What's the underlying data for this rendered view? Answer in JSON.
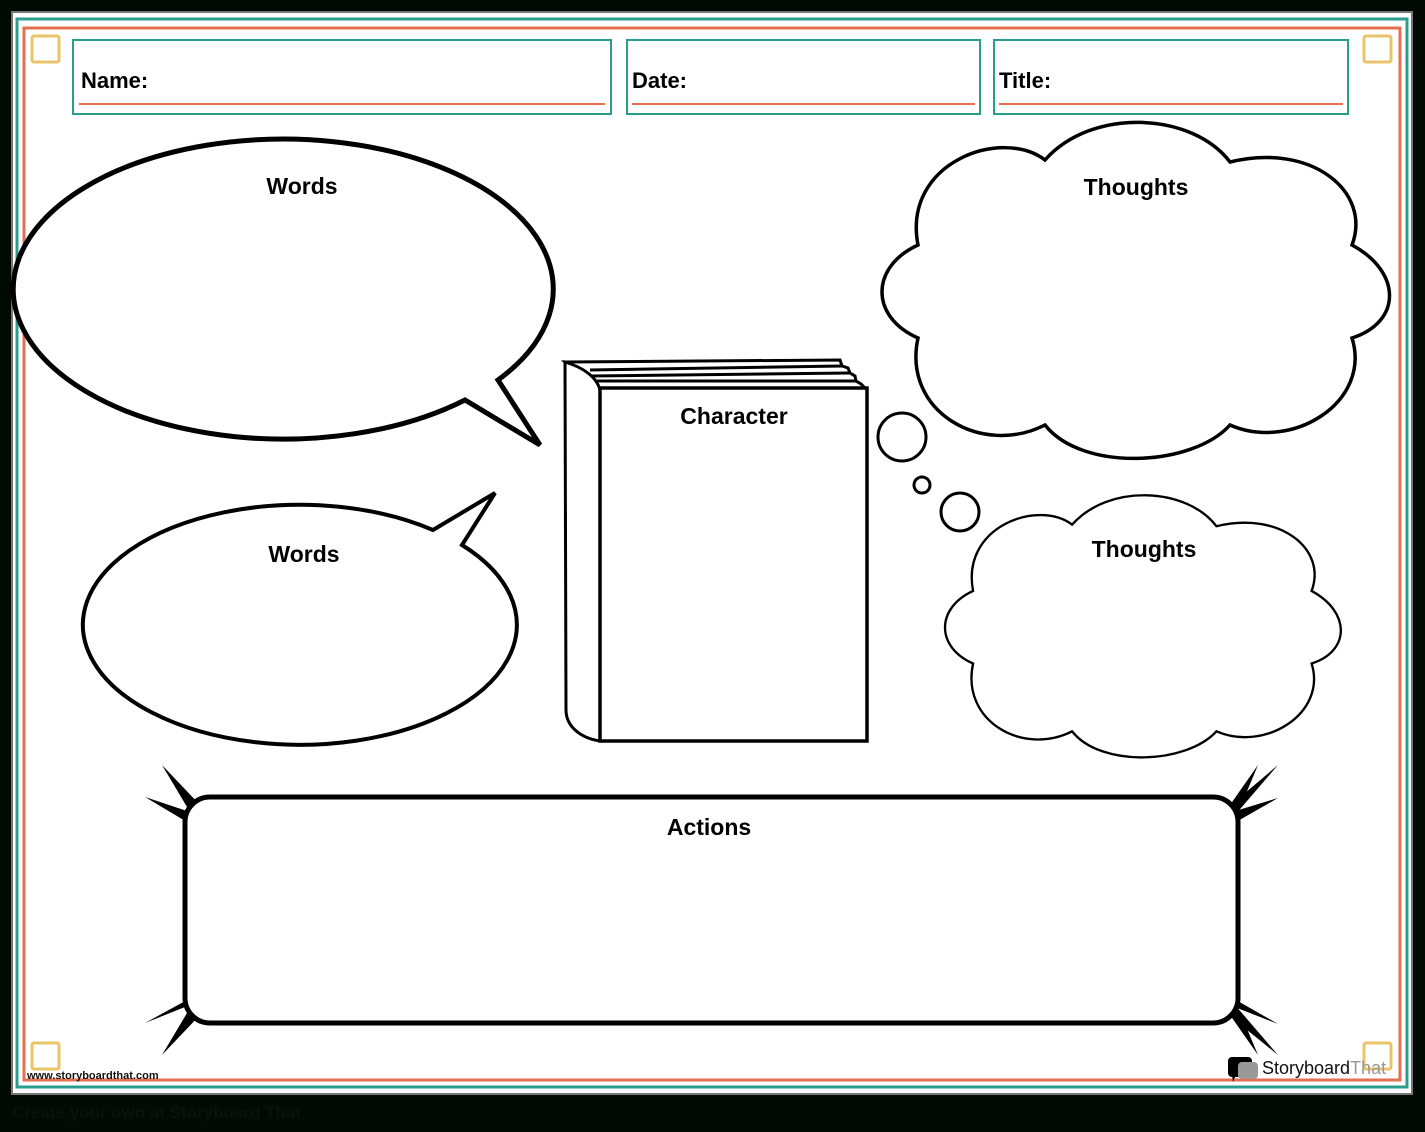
{
  "header": {
    "fields": [
      {
        "label": "Name:"
      },
      {
        "label": "Date:"
      },
      {
        "label": "Title:"
      }
    ]
  },
  "organizer": {
    "words_top": "Words",
    "words_bottom": "Words",
    "character": "Character",
    "thoughts_top": "Thoughts",
    "thoughts_bottom": "Thoughts",
    "actions": "Actions"
  },
  "footer": {
    "website": "www.storyboardthat.com",
    "logo_text_dark": "Storyboard",
    "logo_text_light": "That",
    "cta": "Create your own at Storyboard That"
  },
  "colors": {
    "teal": "#2a9d8f",
    "coral": "#e76f51",
    "yellow": "#e9c46a",
    "background": "#010a03"
  }
}
